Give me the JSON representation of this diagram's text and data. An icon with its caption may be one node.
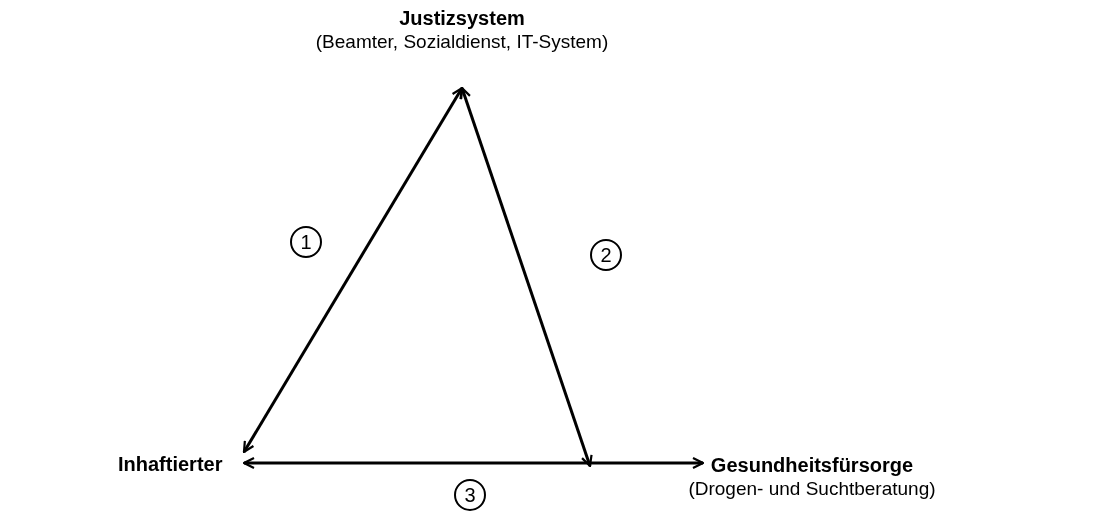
{
  "diagram": {
    "nodes": [
      {
        "text": [
          "Justizsystem",
          "(Beamter, Sozialdienst, IT-System)"
        ]
      },
      {
        "text": [
          "Inhaftierter"
        ]
      },
      {
        "text": [
          "Gesundheitsfürsorge",
          "(Drogen- und Suchtberatung)"
        ]
      }
    ],
    "edges": [
      {
        "from": 1,
        "to": 0,
        "arrow": "both",
        "label": "1"
      },
      {
        "from": 0,
        "to": 2,
        "arrow": "both",
        "label": "2"
      },
      {
        "from": 1,
        "to": 2,
        "arrow": "both",
        "label": "3"
      }
    ]
  }
}
